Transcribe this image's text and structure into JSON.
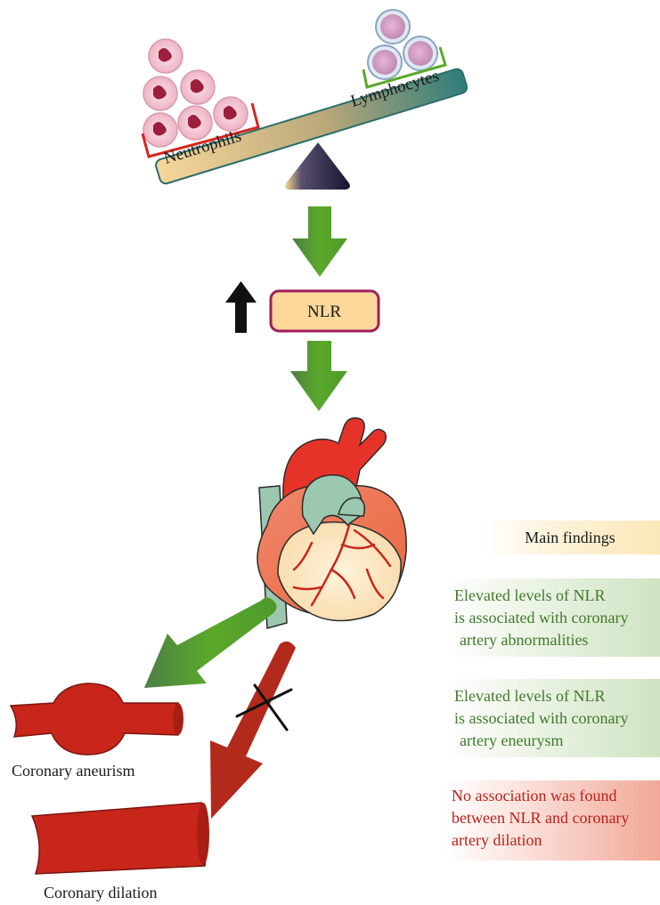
{
  "seesaw": {
    "left_label": "Neutrophils",
    "right_label": "Lymphocytes"
  },
  "nlr_box": {
    "label": "NLR"
  },
  "outcomes": {
    "aneurism_label": "Coronary aneurism",
    "dilation_label": "Coronary dilation"
  },
  "findings": {
    "header": "Main findings",
    "items": [
      {
        "lines": [
          "Elevated levels of NLR",
          "is associated with coronary",
          "artery abnormalities"
        ],
        "color": "#3f7a2b"
      },
      {
        "lines": [
          "Elevated levels of NLR",
          "is associated with coronary",
          "artery eneurysm"
        ],
        "color": "#3f7a2b"
      },
      {
        "lines": [
          "No association was found",
          "between NLR and coronary",
          "artery dilation"
        ],
        "color": "#b8221c"
      }
    ]
  },
  "colors": {
    "green_arrow": "#5aa92a",
    "red_arrow": "#b22a1c",
    "nlr_border": "#a01e5a",
    "nlr_fill": "#fbd79a",
    "neutrophil_bracket": "#d7261e",
    "lymphocyte_bracket": "#5aa92a"
  }
}
